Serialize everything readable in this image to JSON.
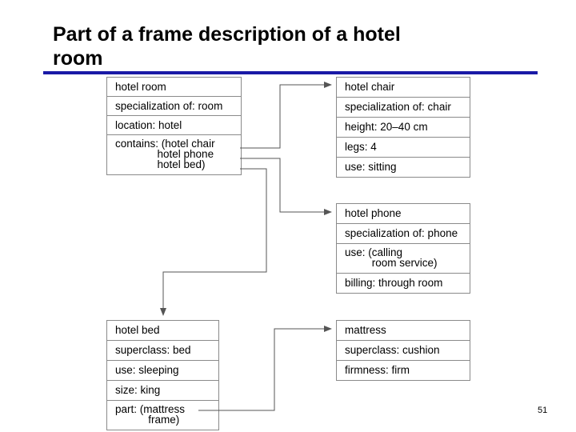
{
  "title": "Part of a frame description of a hotel\nroom",
  "colors": {
    "rule": "#1a1aa6",
    "border": "#8a8a8a",
    "arrow": "#555555"
  },
  "frames": {
    "hotel_room": [
      "hotel room",
      "specialization of: room",
      "location: hotel",
      "contains: (hotel chair\n              hotel phone\n              hotel bed)"
    ],
    "hotel_chair": [
      "hotel chair",
      "specialization of: chair",
      "height: 20–40 cm",
      "legs: 4",
      "use: sitting"
    ],
    "hotel_phone": [
      "hotel phone",
      "specialization of: phone",
      "use: (calling\n         room service)",
      "billing: through room"
    ],
    "hotel_bed": [
      "hotel bed",
      "superclass: bed",
      "use: sleeping",
      "size: king",
      "part: (mattress\n           frame)"
    ],
    "mattress": [
      "mattress",
      "superclass: cushion",
      "firmness: firm"
    ]
  },
  "page_number": "51"
}
